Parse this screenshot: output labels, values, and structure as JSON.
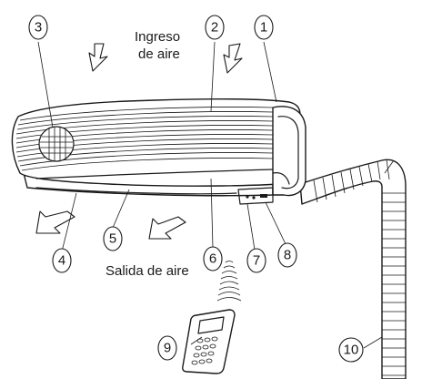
{
  "labels": {
    "air_intake_line1": "Ingreso",
    "air_intake_line2": "de aire",
    "air_outlet": "Salida de aire"
  },
  "callouts": [
    "1",
    "2",
    "3",
    "4",
    "5",
    "6",
    "7",
    "8",
    "9",
    "10"
  ],
  "colors": {
    "ink": "#1a1a1a",
    "paper": "#ffffff"
  },
  "icons": [
    "arrow-down-icon",
    "arrow-down-left-icon",
    "signal-waves-icon",
    "remote-control-icon"
  ]
}
